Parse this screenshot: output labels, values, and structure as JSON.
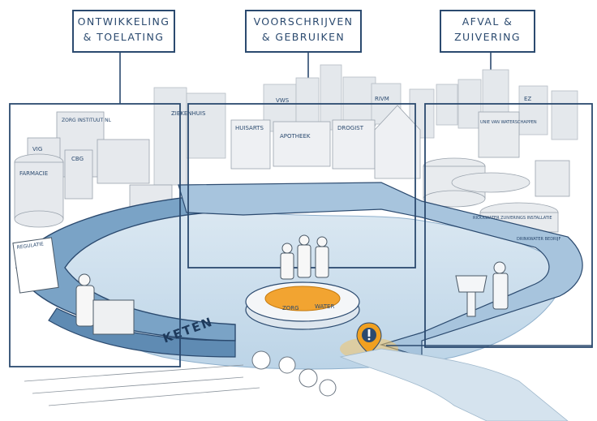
{
  "phases": [
    {
      "line1": "ONTWIKKELING",
      "line2": "& TOELATING"
    },
    {
      "line1": "VOORSCHRIJVEN",
      "line2": "& GEBRUIKEN"
    },
    {
      "line1": "AFVAL &",
      "line2": "ZUIVERING"
    }
  ],
  "building_labels": {
    "zorg_instituut": "ZORG INSTITUUT NL",
    "vig": "VIG",
    "cbg": "CBG",
    "farmacie": "FARMACIE",
    "ziekenhuis": "ZIEKENHUIS",
    "huisarts": "HUISARTS",
    "apotheek": "APOTHEEK",
    "drogist": "DROGIST",
    "vws": "VWS",
    "rivm": "RIVM",
    "ez": "EZ",
    "unie_van_waterschappen": "UNIE VAN WATERSCHAPPEN"
  },
  "small_labels": {
    "rioolwater": "RIOOLWATER ZUIVERINGS INSTALLATIE",
    "drinkwater": "DRINKWATER BEDRIJF",
    "regulatie": "REGULATIE"
  },
  "ring_label": "KETEN",
  "center_words": [
    "ZORG",
    "WATER"
  ],
  "colors": {
    "frame": "#2b4a6f",
    "ring_blue": "#7aa3c6",
    "water": "#c9ddec",
    "center_orange": "#f2a431",
    "alert": "#f0a020"
  }
}
